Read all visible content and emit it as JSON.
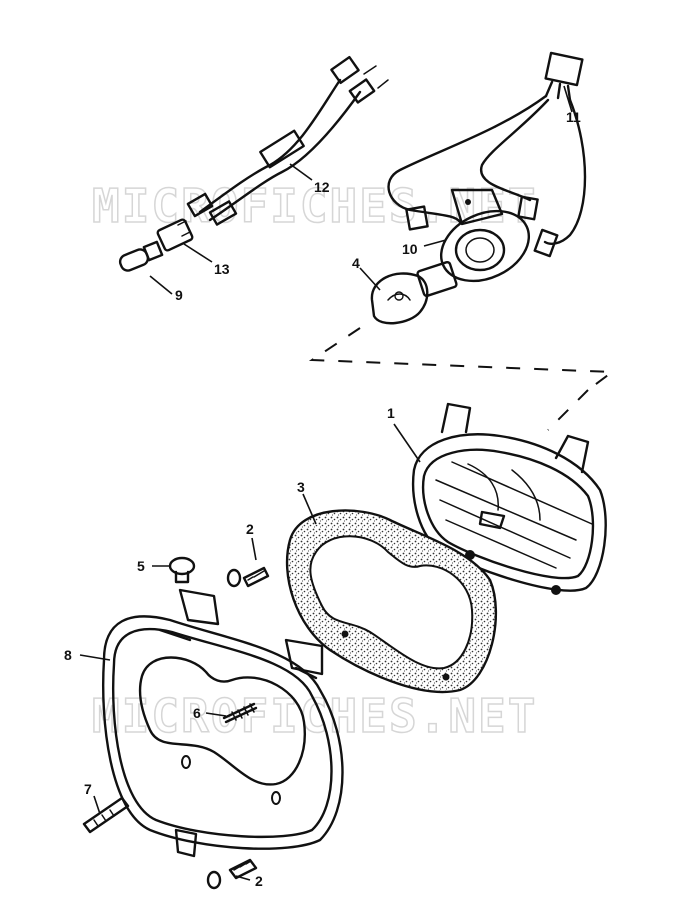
{
  "watermarks": [
    "MICROFICHES.NET",
    "MICROFICHES.NET"
  ],
  "part_labels": [
    "1",
    "2",
    "2",
    "3",
    "4",
    "5",
    "6",
    "7",
    "8",
    "9",
    "10",
    "11",
    "12",
    "13"
  ],
  "colors": {
    "ink": "#111111",
    "background": "#ffffff",
    "gasket_fill": "#bdbdbd",
    "watermark": "#c9c9c9"
  }
}
